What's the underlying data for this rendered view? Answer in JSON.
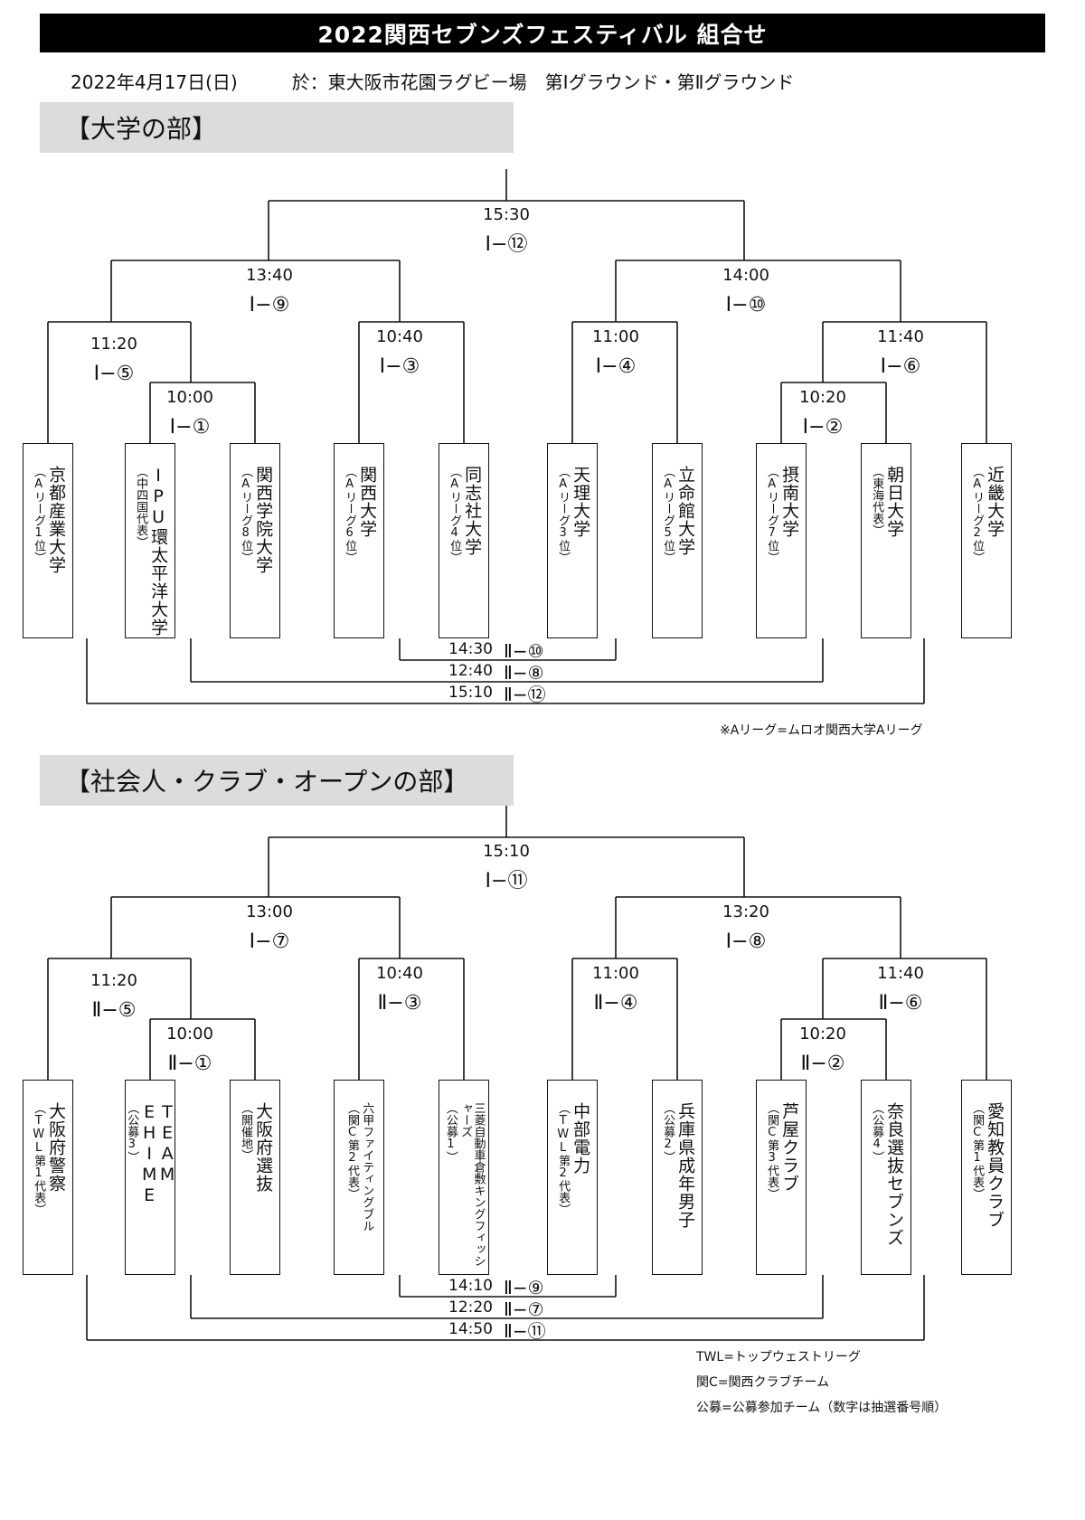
{
  "header": {
    "title": "2022関西セブンズフェスティバル 組合せ",
    "date": "2022年4月17日(日)",
    "venue": "於：東大阪市花園ラグビー場　第Ⅰグラウンド・第Ⅱグラウンド"
  },
  "university": {
    "heading": "【大学の部】",
    "final": {
      "time": "15:30",
      "code": "Ⅰ−⑫"
    },
    "semi_left": {
      "time": "13:40",
      "code": "Ⅰ−⑨"
    },
    "semi_right": {
      "time": "14:00",
      "code": "Ⅰ−⑩"
    },
    "qf1": {
      "time": "11:20",
      "code": "Ⅰ−⑤"
    },
    "qf2": {
      "time": "10:40",
      "code": "Ⅰ−③"
    },
    "qf3": {
      "time": "11:00",
      "code": "Ⅰ−④"
    },
    "qf4": {
      "time": "11:40",
      "code": "Ⅰ−⑥"
    },
    "r1_left": {
      "time": "10:00",
      "code": "Ⅰ−①"
    },
    "r1_right": {
      "time": "10:20",
      "code": "Ⅰ−②"
    },
    "teams": [
      {
        "name": "京都産業大学",
        "note": "（Aリーグ1位）"
      },
      {
        "name": "IPU環太平洋大学",
        "note": "（中四国代表）"
      },
      {
        "name": "関西学院大学",
        "note": "（Aリーグ8位）"
      },
      {
        "name": "関西大学",
        "note": "（Aリーグ6位）"
      },
      {
        "name": "同志社大学",
        "note": "（Aリーグ4位）"
      },
      {
        "name": "天理大学",
        "note": "（Aリーグ3位）"
      },
      {
        "name": "立命館大学",
        "note": "（Aリーグ5位）"
      },
      {
        "name": "摂南大学",
        "note": "（Aリーグ7位）"
      },
      {
        "name": "朝日大学",
        "note": "（東海代表）"
      },
      {
        "name": "近畿大学",
        "note": "（Aリーグ2位）"
      }
    ],
    "consolation": [
      {
        "time": "14:30",
        "code": "Ⅱ−⑩"
      },
      {
        "time": "12:40",
        "code": "Ⅱ−⑧"
      },
      {
        "time": "15:10",
        "code": "Ⅱ−⑫"
      }
    ],
    "footnote": "※Aリーグ=ムロオ関西大学Aリーグ"
  },
  "club": {
    "heading": "【社会人・クラブ・オープンの部】",
    "final": {
      "time": "15:10",
      "code": "Ⅰ−⑪"
    },
    "semi_left": {
      "time": "13:00",
      "code": "Ⅰ−⑦"
    },
    "semi_right": {
      "time": "13:20",
      "code": "Ⅰ−⑧"
    },
    "qf1": {
      "time": "11:20",
      "code": "Ⅱ−⑤"
    },
    "qf2": {
      "time": "10:40",
      "code": "Ⅱ−③"
    },
    "qf3": {
      "time": "11:00",
      "code": "Ⅱ−④"
    },
    "qf4": {
      "time": "11:40",
      "code": "Ⅱ−⑥"
    },
    "r1_left": {
      "time": "10:00",
      "code": "Ⅱ−①"
    },
    "r1_right": {
      "time": "10:20",
      "code": "Ⅱ−②"
    },
    "teams": [
      {
        "name": "大阪府警察",
        "note": "（TWL第1代表）"
      },
      {
        "name": "TEAM EHIME",
        "note": "（公募3）"
      },
      {
        "name": "大阪府選抜",
        "note": "（開催地）"
      },
      {
        "name": "六甲ファイティングブル",
        "note": "（関C第2代表）"
      },
      {
        "name": "三菱自動車倉敷キングフィッシャーズ",
        "note": "（公募1）"
      },
      {
        "name": "中部電力",
        "note": "（TWL第2代表）"
      },
      {
        "name": "兵庫県成年男子",
        "note": "（公募2）"
      },
      {
        "name": "芦屋クラブ",
        "note": "（関C第3代表）"
      },
      {
        "name": "奈良選抜セブンズ",
        "note": "（公募4）"
      },
      {
        "name": "愛知教員クラブ",
        "note": "（関C第1代表）"
      }
    ],
    "consolation": [
      {
        "time": "14:10",
        "code": "Ⅱ−⑨"
      },
      {
        "time": "12:20",
        "code": "Ⅱ−⑦"
      },
      {
        "time": "14:50",
        "code": "Ⅱ−⑪"
      }
    ],
    "footnotes": [
      "TWL=トップウェストリーグ",
      "関C=関西クラブチーム",
      "公募=公募参加チーム（数字は抽選番号順）"
    ]
  }
}
